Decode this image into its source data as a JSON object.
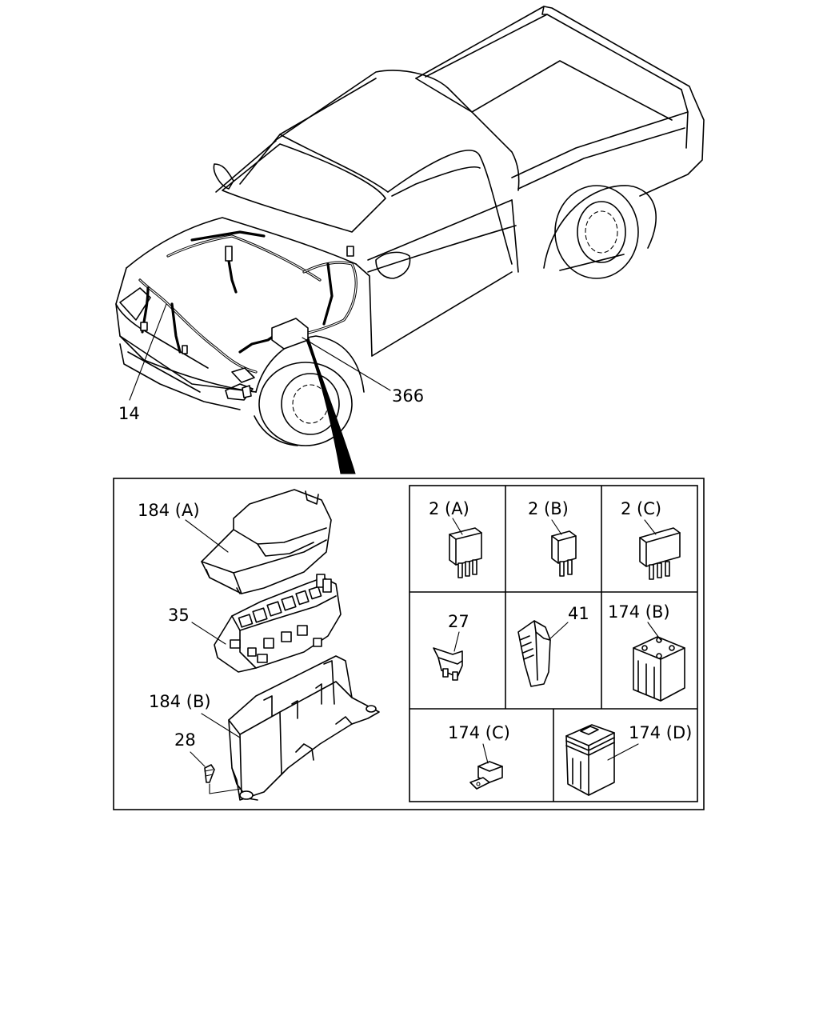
{
  "callouts": {
    "harness_front": "14",
    "harness_engine": "366",
    "cover_upper": "184 (A)",
    "fuse_block": "35",
    "cover_lower": "184 (B)",
    "screw": "28",
    "relay_a": "2 (A)",
    "relay_b": "2 (B)",
    "relay_c": "2 (C)",
    "fuse_mini": "27",
    "fuse_puller": "41",
    "slow_fuse_b": "174 (B)",
    "slow_fuse_c": "174 (C)",
    "slow_fuse_d": "174 (D)"
  }
}
